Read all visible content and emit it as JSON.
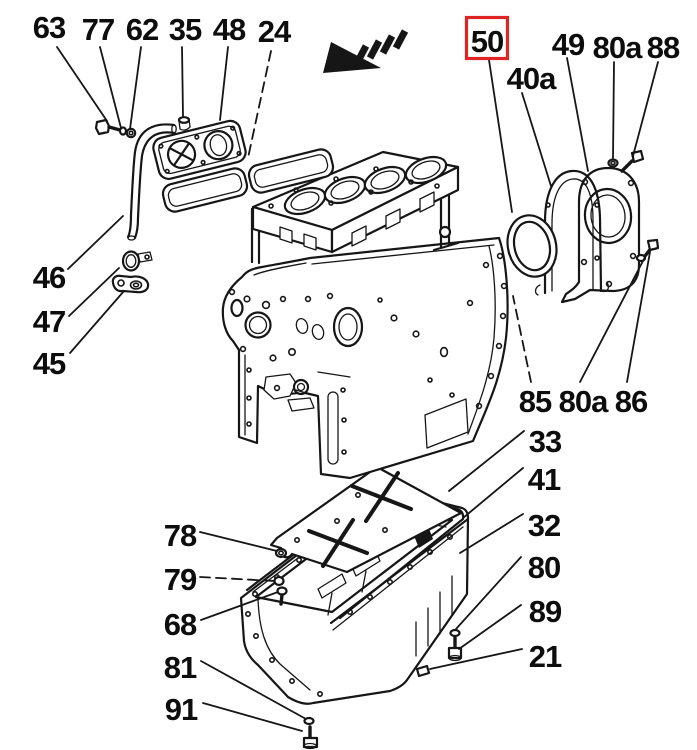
{
  "diagram": {
    "kind": "exploded-parts-diagram",
    "subject": "engine block, side covers, rear seal and oil pan assembly",
    "background_color": "#ffffff",
    "line_color": "#161616",
    "highlight": {
      "part_number": "50",
      "box_color": "#e02424"
    },
    "icons": [
      {
        "name": "direction-arrow-icon",
        "glyph": "◀",
        "description": "solid left-pointing arrowhead with four motion stripes"
      }
    ],
    "labels": [
      {
        "text": "63"
      },
      {
        "text": "77"
      },
      {
        "text": "62"
      },
      {
        "text": "35"
      },
      {
        "text": "48"
      },
      {
        "text": "24"
      },
      {
        "text": "50",
        "highlighted": true
      },
      {
        "text": "40a"
      },
      {
        "text": "49"
      },
      {
        "text": "80a"
      },
      {
        "text": "88"
      },
      {
        "text": "46"
      },
      {
        "text": "47"
      },
      {
        "text": "45"
      },
      {
        "text": "85"
      },
      {
        "text": "80a"
      },
      {
        "text": "86"
      },
      {
        "text": "33"
      },
      {
        "text": "41"
      },
      {
        "text": "32"
      },
      {
        "text": "80"
      },
      {
        "text": "89"
      },
      {
        "text": "21"
      },
      {
        "text": "78"
      },
      {
        "text": "79"
      },
      {
        "text": "68"
      },
      {
        "text": "81"
      },
      {
        "text": "91"
      }
    ]
  }
}
